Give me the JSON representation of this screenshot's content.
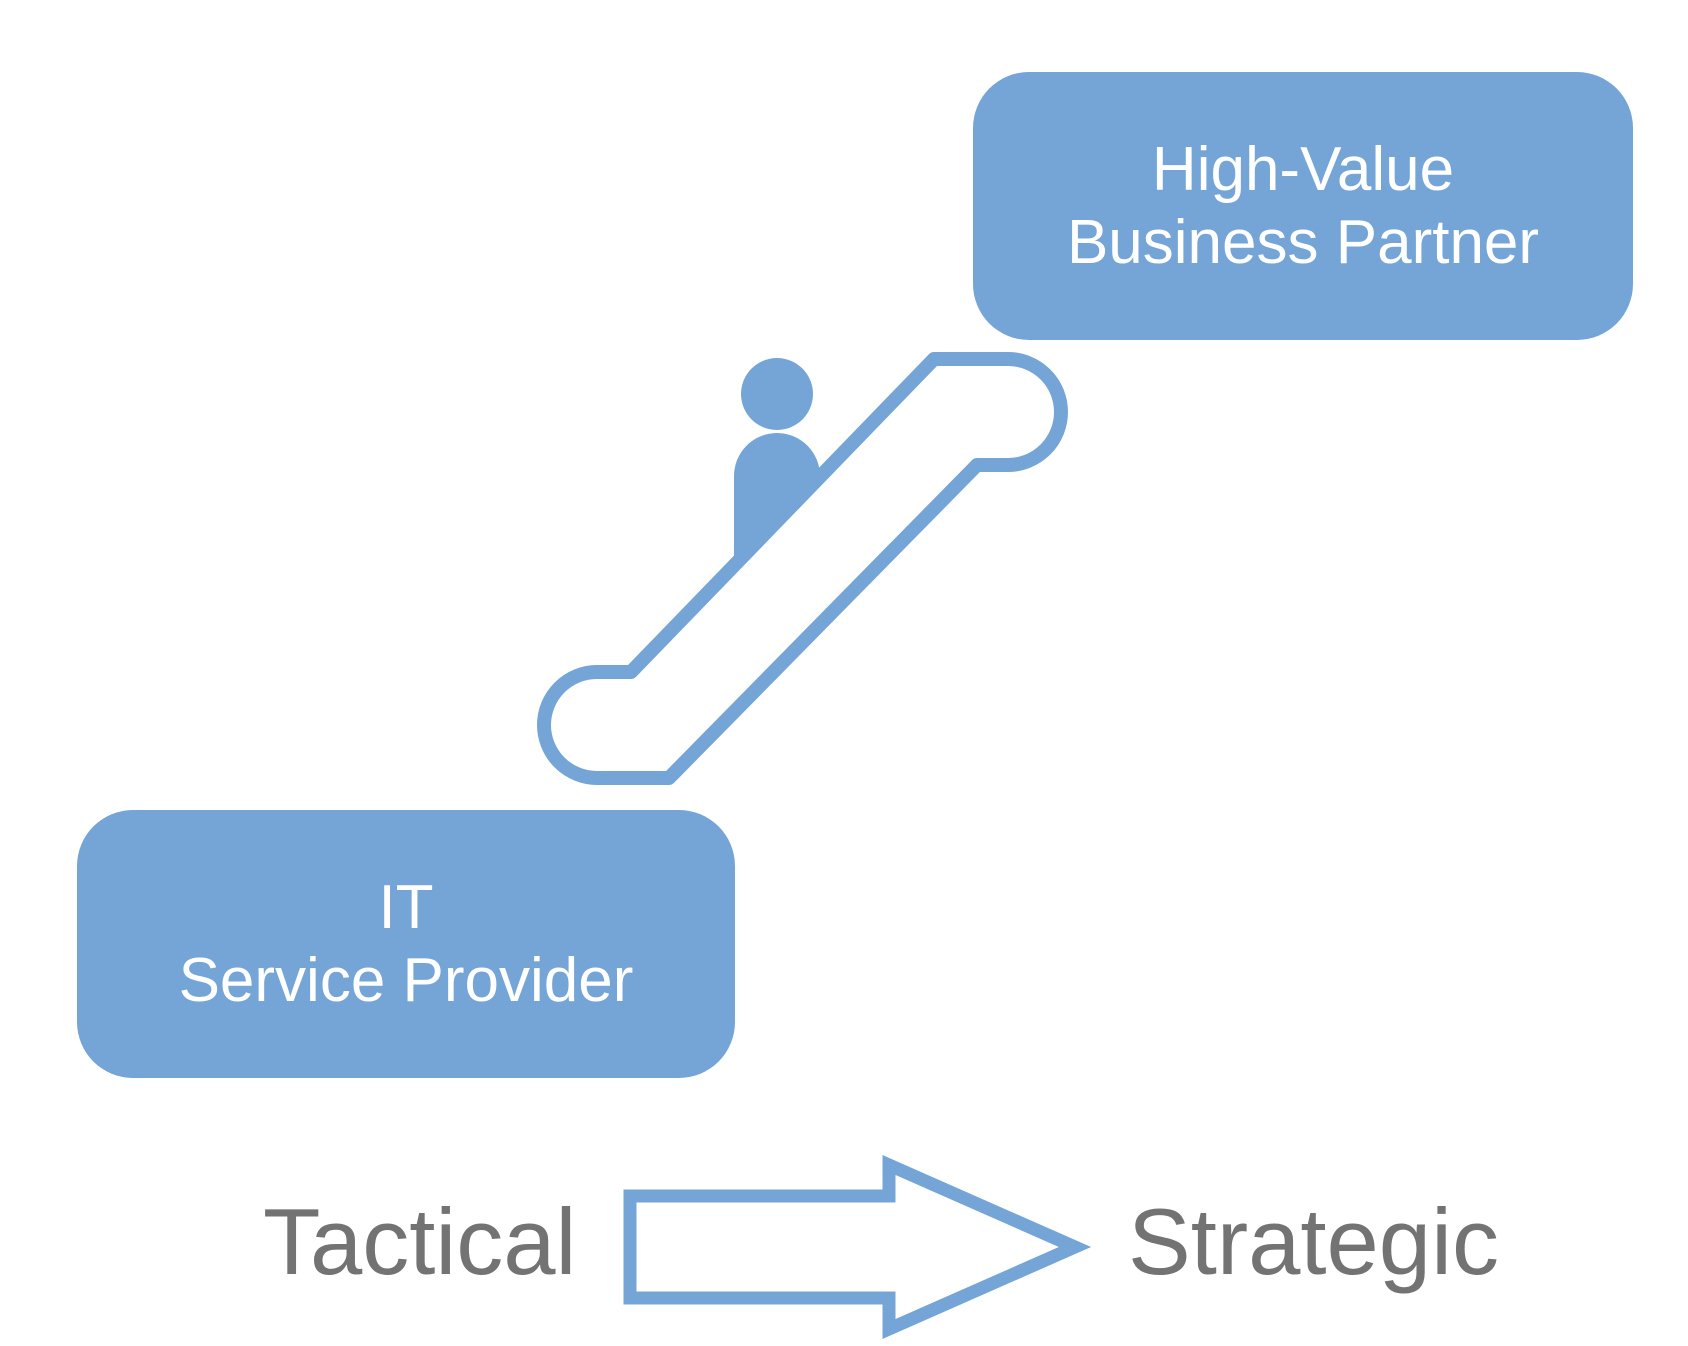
{
  "boxes": {
    "top": {
      "line1": "High-Value",
      "line2": "Business Partner"
    },
    "bottom": {
      "line1": "IT",
      "line2": "Service Provider"
    }
  },
  "axis": {
    "left_label": "Tactical",
    "right_label": "Strategic"
  },
  "icons": {
    "escalator": "escalator-icon",
    "person": "person-icon",
    "arrow": "right-arrow-icon"
  },
  "colors": {
    "box_fill": "#75a5d6",
    "box_text": "#ffffff",
    "outline": "#75a5d6",
    "label_text": "#737373"
  }
}
